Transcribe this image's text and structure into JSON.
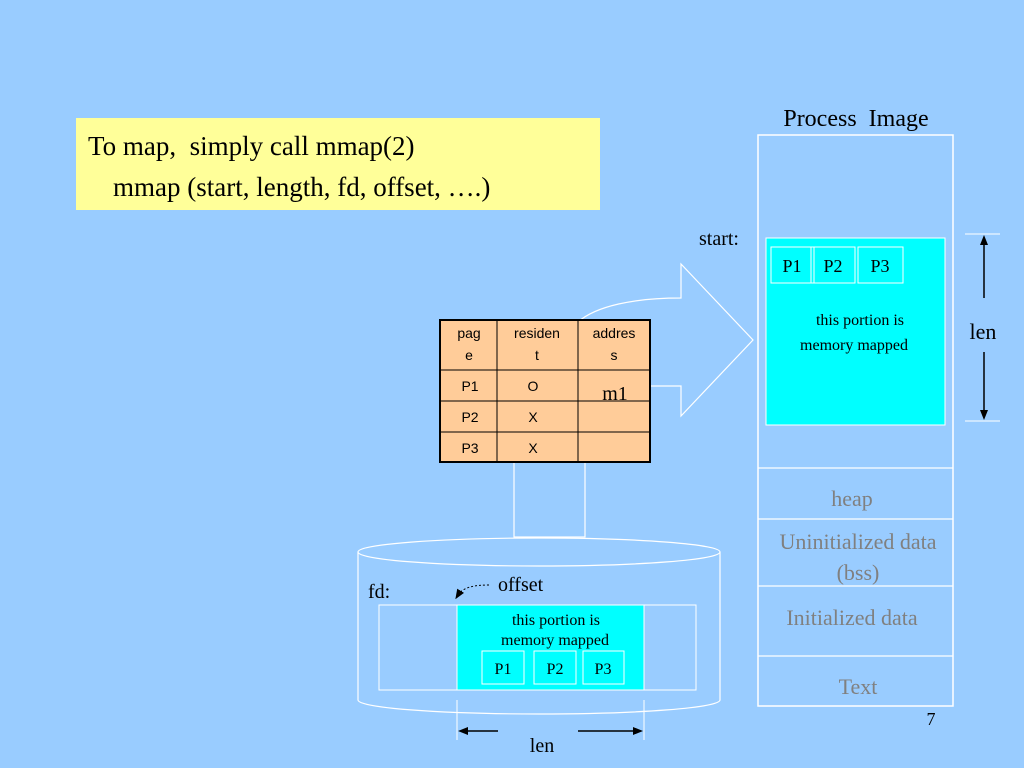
{
  "slide": {
    "page_number": "7",
    "callout": {
      "line1": "To map,  simply call mmap(2)",
      "line2": "mmap (start, length, fd, offset, ….)"
    },
    "process_image": {
      "title": "Process  Image",
      "start_label": "start:",
      "len_label": "len",
      "mapped_pages": [
        "P1",
        "P2",
        "P3"
      ],
      "mapped_text_line1": "this portion is",
      "mapped_text_line2": "memory mapped",
      "segments": {
        "heap": "heap",
        "bss_line1": "Uninitialized data",
        "bss_line2": "(bss)",
        "data": "Initialized data",
        "text": "Text"
      }
    },
    "page_table": {
      "headers": [
        {
          "line1": "pag",
          "line2": "e"
        },
        {
          "line1": "residen",
          "line2": "t"
        },
        {
          "line1": "addres",
          "line2": "s"
        }
      ],
      "rows": [
        {
          "page": "P1",
          "resident": "O",
          "address": ""
        },
        {
          "page": "P2",
          "resident": "X",
          "address": ""
        },
        {
          "page": "P3",
          "resident": "X",
          "address": ""
        }
      ],
      "overlay_label": "m1"
    },
    "file": {
      "fd_label": "fd:",
      "offset_label": "offset",
      "mapped_text_line1": "this portion is",
      "mapped_text_line2": "memory mapped",
      "pages": [
        "P1",
        "P2",
        "P3"
      ],
      "len_label": "len"
    },
    "colors": {
      "background": "#99ccff",
      "callout_fill": "#ffff99",
      "mapped_fill": "#00ffff",
      "table_fill": "#ffcc99",
      "segment_text": "#808080"
    }
  }
}
